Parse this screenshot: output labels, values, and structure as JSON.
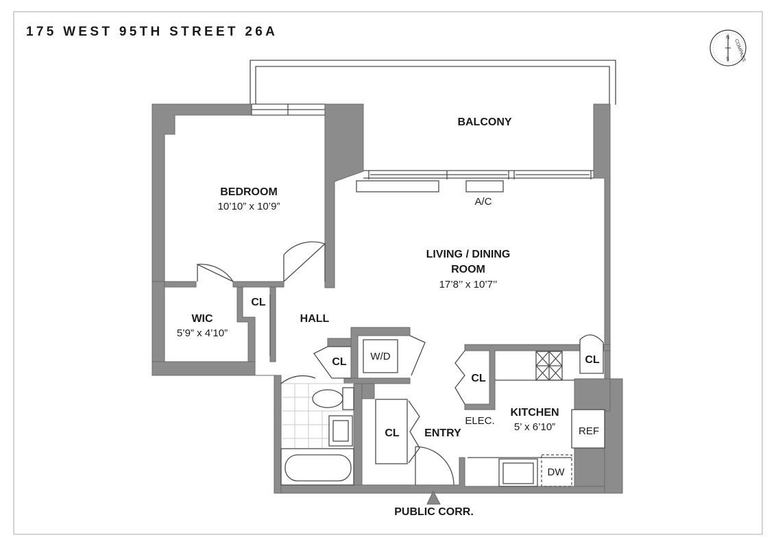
{
  "title": "175 WEST 95TH STREET 26A",
  "compass": {
    "label": "COMPASS",
    "north": "N",
    "south": "S"
  },
  "rooms": {
    "balcony": {
      "name": "BALCONY"
    },
    "bedroom": {
      "name": "BEDROOM",
      "dims": "10’10” x 10’9”"
    },
    "living": {
      "name_line1": "LIVING / DINING",
      "name_line2": "ROOM",
      "dims": "17’8’’ x 10’7’’"
    },
    "wic": {
      "name": "WIC",
      "dims": "5’9” x 4’10”"
    },
    "hall": {
      "name": "HALL"
    },
    "kitchen": {
      "name": "KITCHEN",
      "dims": "5’ x 6’10”"
    },
    "entry": {
      "name": "ENTRY"
    }
  },
  "labels": {
    "ac": "A/C",
    "closet": "CL",
    "washer_dryer": "W/D",
    "elec": "ELEC.",
    "ref": "REF",
    "dw": "DW",
    "public_corr": "PUBLIC CORR."
  },
  "colors": {
    "wall": "#8c8c8c",
    "line": "#4a4a4a",
    "frame": "#aaaaaa"
  }
}
